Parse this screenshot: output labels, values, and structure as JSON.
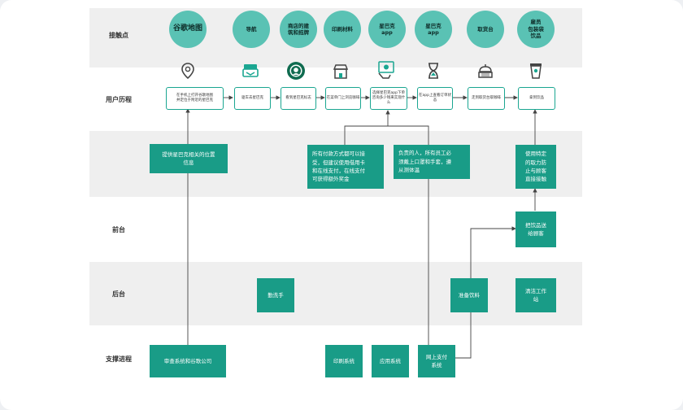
{
  "rows": {
    "touchpoints": "接触点",
    "journey": "用户历程",
    "frontstage": "前台",
    "backstage": "后台",
    "support": "支撑进程"
  },
  "touchpoints": [
    "谷歌地图",
    "导航",
    "商店的建\n筑和招牌",
    "印刷材料",
    "星巴克\napp",
    "星巴克\napp",
    "取货台",
    "雇员\n包装袋\n饮品"
  ],
  "icons": [
    "location-pin-icon",
    "cash-register-icon",
    "starbucks-logo-icon",
    "store-icon",
    "mobile-payment-icon",
    "hourglass-icon",
    "counter-bell-icon",
    "coffee-cup-icon"
  ],
  "journey": [
    "在手机上打开谷歌地图\n并定位于附近的星巴克",
    "驱车去星巴克",
    "看到星巴克标志",
    "在菜单门上浏览咖啡",
    "选择星巴克app下单\n咨询多少钱来实现什么",
    "在app上查看订单状态",
    "走到取货台取咖啡",
    "拿到饮品"
  ],
  "green_boxes": [
    "提供星巴克相关的位置\n信息",
    "所有付款方式都可以接\n受，但建议使用借用卡\n和在线支付，在线支付\n可获得额外奖金",
    "负责的人，所有员工必\n须戴上口罩和手套，遵\n从测体温",
    "使用特定\n的取力防\n止与顾客\n直接接触",
    "把饮品送\n给顾客",
    "勤洗手",
    "准备饮料",
    "清洁工作\n站",
    "审查系统和谷歌公司",
    "印刷系统",
    "应用系统",
    "网上支付\n系统"
  ],
  "colors": {
    "accent": "#199c87",
    "touchpoint": "#5ac2b4",
    "band_gray": "#efefef"
  }
}
